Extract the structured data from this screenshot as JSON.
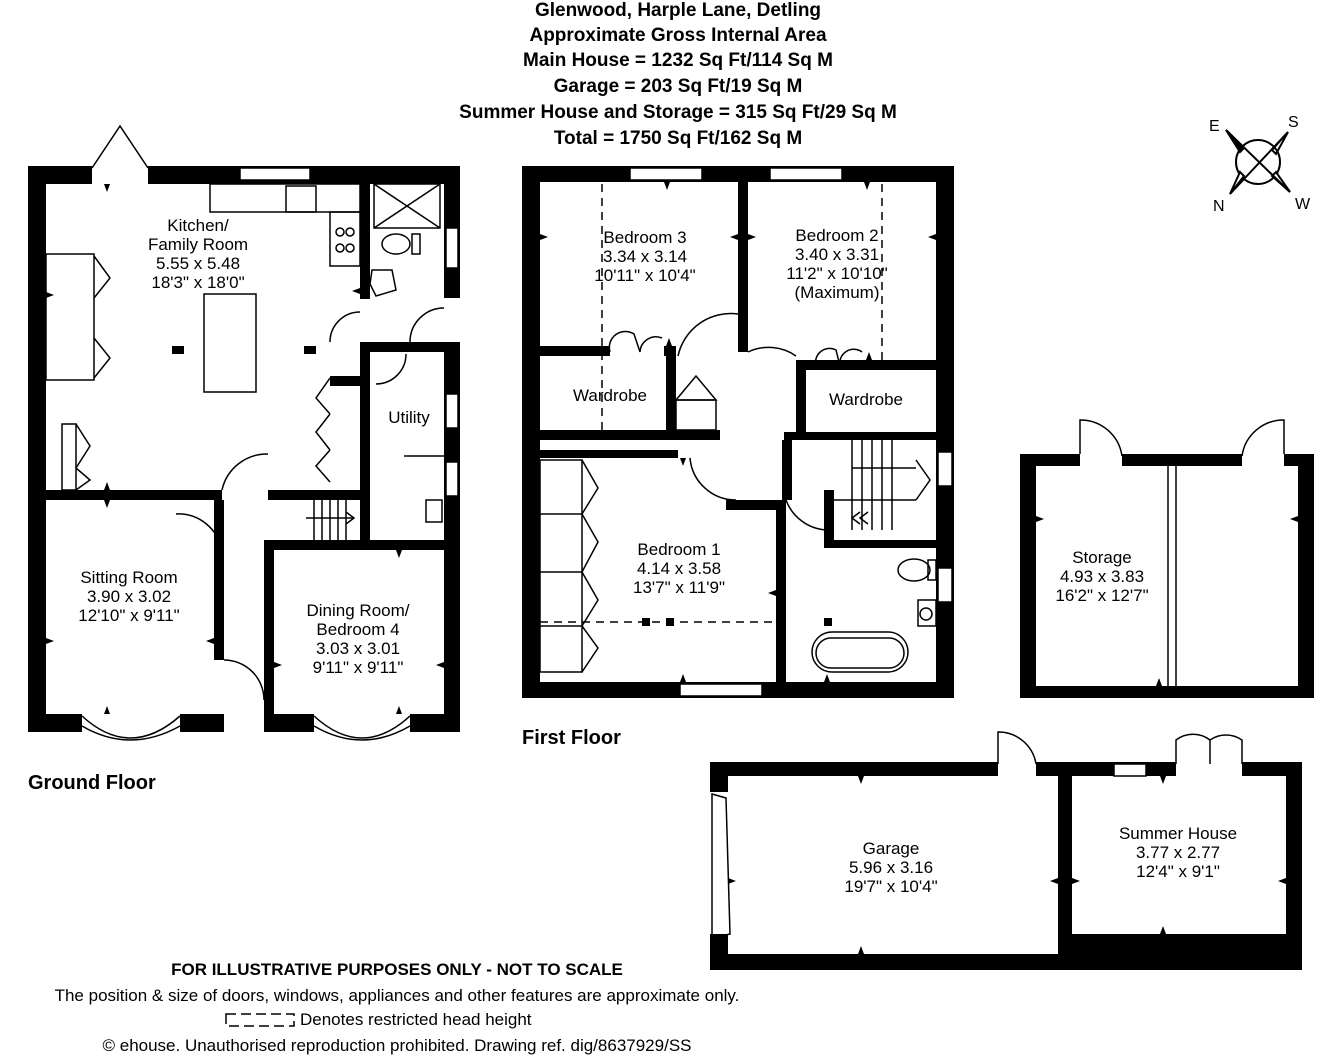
{
  "header": {
    "line1": "Glenwood, Harple Lane, Detling",
    "line2": "Approximate Gross Internal Area",
    "line3": "Main House = 1232 Sq Ft/114 Sq M",
    "line4": "Garage = 203 Sq Ft/19 Sq M",
    "line5": "Summer House and Storage = 315 Sq Ft/29 Sq M",
    "line6": "Total = 1750 Sq Ft/162 Sq M"
  },
  "compass": {
    "e": "E",
    "s": "S",
    "n": "N",
    "w": "W"
  },
  "floors": {
    "ground": "Ground Floor",
    "first": "First Floor"
  },
  "rooms": {
    "kitchen": {
      "name1": "Kitchen/",
      "name2": "Family Room",
      "metric": "5.55 x 5.48",
      "imperial": "18'3\" x 18'0\""
    },
    "utility": {
      "name": "Utility"
    },
    "sitting": {
      "name": "Sitting Room",
      "metric": "3.90 x 3.02",
      "imperial": "12'10\" x 9'11\""
    },
    "dining": {
      "name1": "Dining Room/",
      "name2": "Bedroom 4",
      "metric": "3.03 x 3.01",
      "imperial": "9'11\" x 9'11\""
    },
    "bedroom3": {
      "name": "Bedroom 3",
      "metric": "3.34 x 3.14",
      "imperial": "10'11\" x 10'4\""
    },
    "bedroom2": {
      "name": "Bedroom 2",
      "metric": "3.40 x 3.31",
      "imperial": "11'2\" x 10'10\"",
      "note": "(Maximum)"
    },
    "wardrobe_left": {
      "name": "Wardrobe"
    },
    "wardrobe_right": {
      "name": "Wardrobe"
    },
    "bedroom1": {
      "name": "Bedroom 1",
      "metric": "4.14 x 3.58",
      "imperial": "13'7\" x 11'9\""
    },
    "storage": {
      "name": "Storage",
      "metric": "4.93 x 3.83",
      "imperial": "16'2\" x 12'7\""
    },
    "garage": {
      "name": "Garage",
      "metric": "5.96 x 3.16",
      "imperial": "19'7\" x 10'4\""
    },
    "summer": {
      "name": "Summer House",
      "metric": "3.77 x 2.77",
      "imperial": "12'4\" x 9'1\""
    }
  },
  "footer": {
    "disclaimer": "FOR ILLUSTRATIVE PURPOSES ONLY - NOT TO SCALE",
    "note": "The position & size of doors, windows, appliances and other features are approximate only.",
    "legend": "Denotes restricted head height",
    "copyright": "© ehouse. Unauthorised reproduction prohibited. Drawing ref. dig/8637929/SS"
  },
  "colors": {
    "wall": "#000000",
    "background": "#ffffff"
  }
}
